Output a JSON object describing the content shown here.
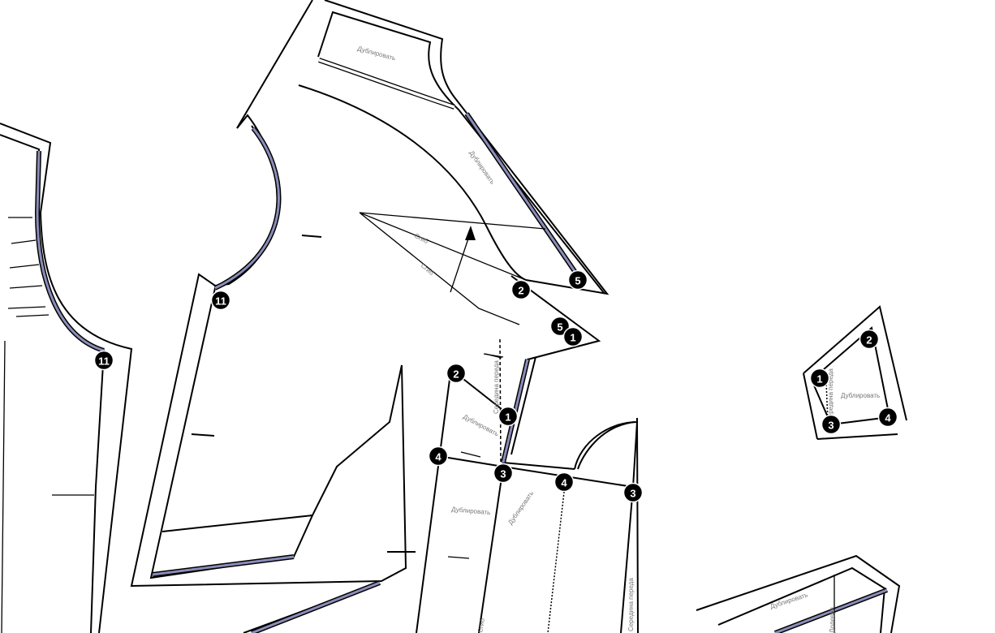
{
  "labels": {
    "duplicate": "Дублировать",
    "fold": "Сгиб",
    "center_front": "Середина переда",
    "grain": "Долевая"
  },
  "markers": [
    "11",
    "11",
    "5",
    "2",
    "5",
    "1",
    "2",
    "1",
    "4",
    "3",
    "4",
    "3",
    "1",
    "2",
    "3",
    "4"
  ],
  "colors": {
    "line": "#000000",
    "seam_fill": "#8a8db8",
    "label": "#777777"
  }
}
